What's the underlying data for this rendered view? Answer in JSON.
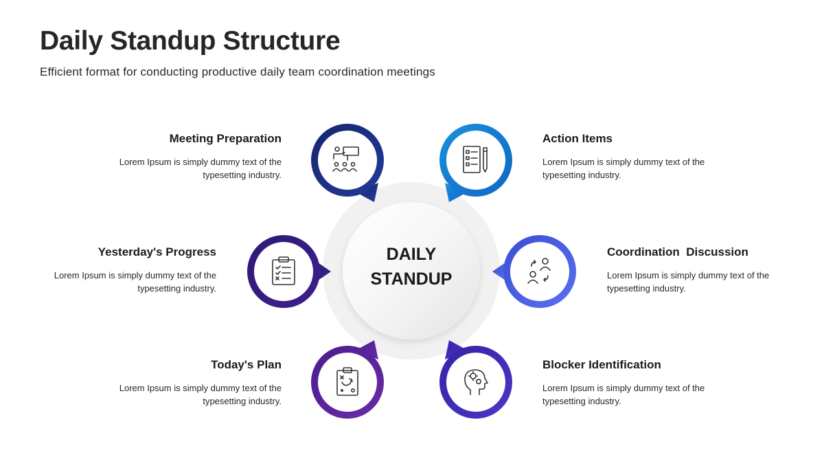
{
  "header": {
    "title": "Daily Standup Structure",
    "subtitle": "Efficient format for conducting productive daily team coordination meetings"
  },
  "center": {
    "line1": "DAILY",
    "line2": "STANDUP"
  },
  "steps": [
    {
      "title": "Meeting Preparation",
      "line1": "Lorem Ipsum is simply dummy text of the",
      "line2": "typesetting industry.",
      "icon": "presentation-audience-icon",
      "color_from": "#16256e",
      "color_to": "#233a9a"
    },
    {
      "title": "Action Items",
      "line1": "Lorem Ipsum is simply dummy text of the",
      "line2": "typesetting industry.",
      "icon": "checklist-pencil-icon",
      "color_from": "#1b8fdd",
      "color_to": "#0f68c4"
    },
    {
      "title": "Yesterday's Progress",
      "line1": "Lorem Ipsum is simply dummy text of the",
      "line2": "typesetting industry.",
      "icon": "clipboard-checklist-icon",
      "color_from": "#2c1a78",
      "color_to": "#3e1f8c"
    },
    {
      "title": "Coordination  Discussion",
      "line1": "Lorem Ipsum is simply dummy text of the",
      "line2": "typesetting industry.",
      "icon": "people-exchange-icon",
      "color_from": "#3a4fd4",
      "color_to": "#5a6ff0"
    },
    {
      "title": "Today's Plan",
      "line1": "Lorem Ipsum is simply dummy text of the",
      "line2": "typesetting industry.",
      "icon": "clipboard-strategy-icon",
      "color_from": "#4a1e8e",
      "color_to": "#6b2aa6"
    },
    {
      "title": "Blocker Identification",
      "line1": "Lorem Ipsum is simply dummy text of the",
      "line2": "typesetting industry.",
      "icon": "head-gears-icon",
      "color_from": "#3424a8",
      "color_to": "#4b36c4"
    }
  ]
}
